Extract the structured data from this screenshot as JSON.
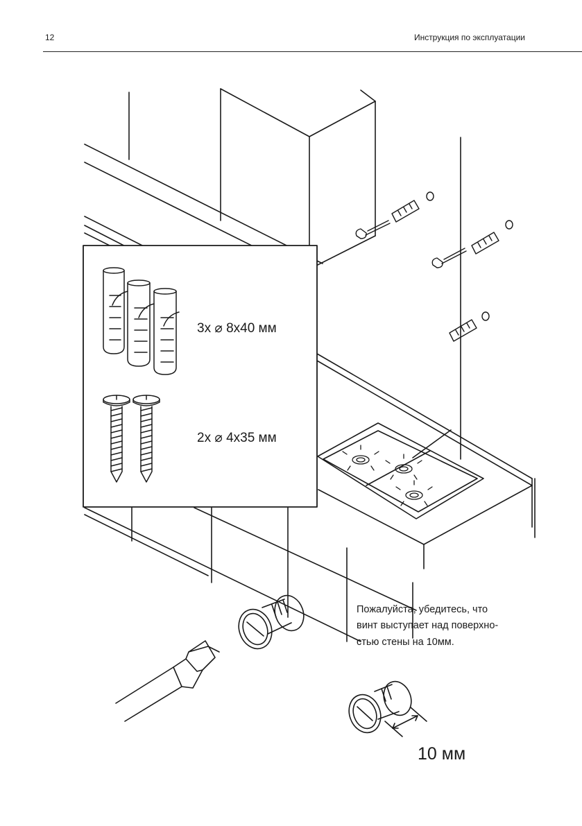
{
  "header": {
    "page_number": "12",
    "title": "Инструкция по эксплуатации"
  },
  "parts_box": {
    "anchor_spec": "3x ⌀ 8x40 мм",
    "screw_spec": "2x ⌀ 4x35 мм"
  },
  "note": {
    "lines": [
      "Пожалуйста, убедитесь, что",
      "винт выступает над поверхно-",
      "стью стены на 10мм."
    ]
  },
  "dimension_label": "10 мм"
}
